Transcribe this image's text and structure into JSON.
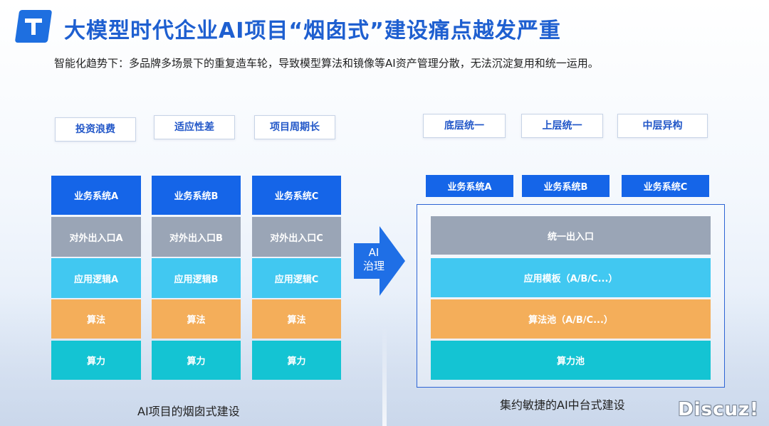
{
  "header": {
    "title": "大模型时代企业AI项目“烟囱式”建设痛点越发严重",
    "subtitle": "智能化趋势下：多品牌多场景下的重复造车轮，导致模型算法和镜像等AI资产管理分散，无法沉淀复用和统一运用。"
  },
  "left": {
    "problems": [
      "投资浪费",
      "适应性差",
      "项目周期长"
    ],
    "columns": [
      {
        "system": "业务系统A",
        "io": "对外出入口A",
        "logic": "应用逻辑A",
        "algorithm": "算法",
        "compute": "算力"
      },
      {
        "system": "业务系统B",
        "io": "对外出入口B",
        "logic": "应用逻辑B",
        "algorithm": "算法",
        "compute": "算力"
      },
      {
        "system": "业务系统C",
        "io": "对外出入口C",
        "logic": "应用逻辑C",
        "algorithm": "算法",
        "compute": "算力"
      }
    ],
    "caption": "AI项目的烟囱式建设"
  },
  "arrow": {
    "line1": "AI",
    "line2": "治理"
  },
  "right": {
    "benefits": [
      "底层统一",
      "上层统一",
      "中层异构"
    ],
    "systems": [
      "业务系统A",
      "业务系统B",
      "业务系统C"
    ],
    "layers": {
      "io": "统一出入口",
      "template": "应用模板（A/B/C...）",
      "algorithm_pool": "算法池（A/B/C...）",
      "compute_pool": "算力池"
    },
    "caption": "集约敏捷的AI中台式建设"
  },
  "watermark": "Discuz!",
  "colors": {
    "title": "#1e5fd0",
    "system": "#1565e8",
    "io": "#9aa5b6",
    "logic": "#41c8f1",
    "algorithm": "#f4ae5a",
    "compute": "#14c4d3"
  }
}
